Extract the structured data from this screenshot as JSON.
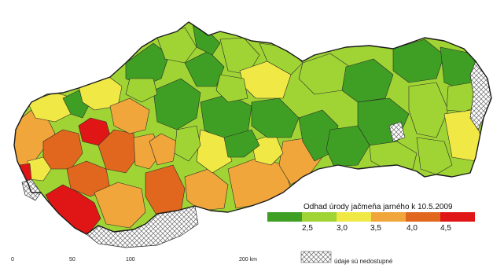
{
  "legend": {
    "title": "Odhad úrody jačmeňa jarného k 10.5.2009",
    "labels": [
      "2,5",
      "3,0",
      "3,5",
      "4,0",
      "4,5"
    ],
    "colors": [
      "#3f9f24",
      "#9fd434",
      "#f0e845",
      "#f0a63a",
      "#e2671e",
      "#e01616"
    ]
  },
  "scale_bar": {
    "labels": [
      "0",
      "50",
      "100",
      "200 km"
    ]
  },
  "no_data": {
    "label": "údaje sú nedostupné",
    "pattern": "crosshatch"
  },
  "colors": {
    "green_dark": "#3f9f24",
    "green_light": "#9fd434",
    "yellow": "#f0e845",
    "orange_light": "#f0a63a",
    "orange_dark": "#e2671e",
    "red": "#e01616",
    "border": "#2b2b2b"
  }
}
